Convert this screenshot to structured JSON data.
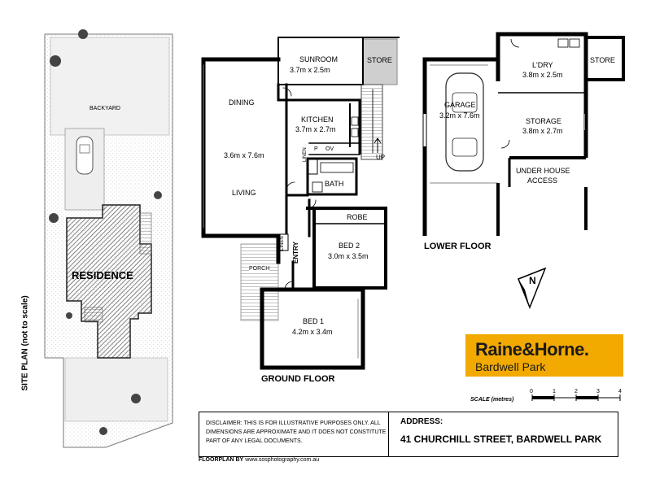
{
  "site_plan": {
    "title": "SITE PLAN (not to scale)",
    "backyard": "BACKYARD",
    "residence": "RESIDENCE"
  },
  "ground_floor": {
    "title": "GROUND FLOOR",
    "rooms": {
      "sunroom": {
        "name": "SUNROOM",
        "size": "3.7m x 2.5m"
      },
      "store": {
        "name": "STORE"
      },
      "dining": {
        "name": "DINING"
      },
      "living_size": {
        "size": "3.6m x 7.6m"
      },
      "living": {
        "name": "LIVING"
      },
      "kitchen": {
        "name": "KITCHEN",
        "size": "3.7m x 2.7m"
      },
      "bath": {
        "name": "BATH"
      },
      "robe": {
        "name": "ROBE"
      },
      "bed2": {
        "name": "BED 2",
        "size": "3.0m x 3.5m"
      },
      "porch": {
        "name": "PORCH"
      },
      "entry": {
        "name": "ENTRY"
      },
      "bed1": {
        "name": "BED 1",
        "size": "4.2m x 3.4m"
      },
      "up": {
        "name": "UP"
      },
      "p": {
        "name": "P"
      },
      "ov": {
        "name": "OV"
      },
      "lnd1": {
        "name": "LINEN"
      },
      "lnd2": {
        "name": "LINEN"
      }
    }
  },
  "lower_floor": {
    "title": "LOWER FLOOR",
    "rooms": {
      "garage": {
        "name": "GARAGE",
        "size": "3.2m x 7.6m"
      },
      "ldry": {
        "name": "L'DRY",
        "size": "3.8m x 2.5m"
      },
      "store": {
        "name": "STORE"
      },
      "storage": {
        "name": "STORAGE",
        "size": "3.8m x 2.7m"
      },
      "under_house_1": {
        "name": "UNDER HOUSE"
      },
      "under_house_2": {
        "name": "ACCESS"
      }
    }
  },
  "brand": {
    "name": "Raine&Horne.",
    "office": "Bardwell Park",
    "color": "#f2a900"
  },
  "scale": {
    "label": "SCALE (metres)",
    "ticks": [
      "0",
      "1",
      "2",
      "3",
      "4"
    ]
  },
  "compass": {
    "label": "N"
  },
  "disclaimer": {
    "text": "DISCLAIMER: THIS IS FOR ILLUSTRATIVE PURPOSES ONLY. ALL DIMENSIONS ARE APPROXIMATE AND IT DOES NOT CONSTITUTE PART OF ANY LEGAL DOCUMENTS.",
    "address_label": "ADDRESS:",
    "address": "41 CHURCHILL STREET, BARDWELL PARK"
  },
  "footer": {
    "prefix": "FLOORPLAN BY",
    "url": "www.sosphotography.com.au"
  }
}
